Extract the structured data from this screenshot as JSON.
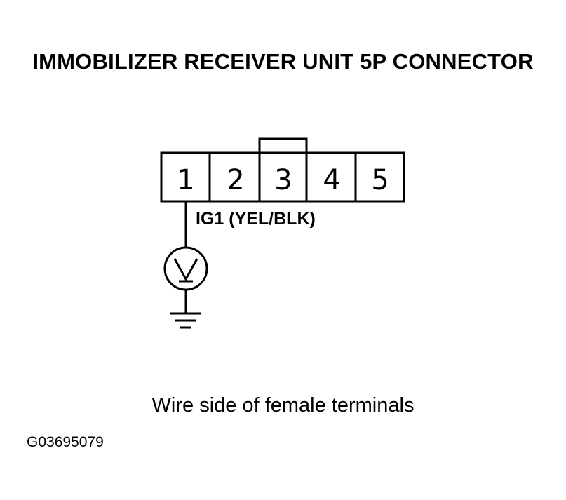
{
  "title": "IMMOBILIZER RECEIVER UNIT 5P CONNECTOR",
  "connector": {
    "pins": [
      "1",
      "2",
      "3",
      "4",
      "5"
    ]
  },
  "wire": {
    "label": "IG1 (YEL/BLK)"
  },
  "meter": {
    "icon": "voltmeter-icon"
  },
  "ground": {
    "icon": "ground-icon"
  },
  "caption": "Wire side of female terminals",
  "figure_id": "G03695079",
  "colors": {
    "line": "#000000",
    "background": "#ffffff"
  }
}
